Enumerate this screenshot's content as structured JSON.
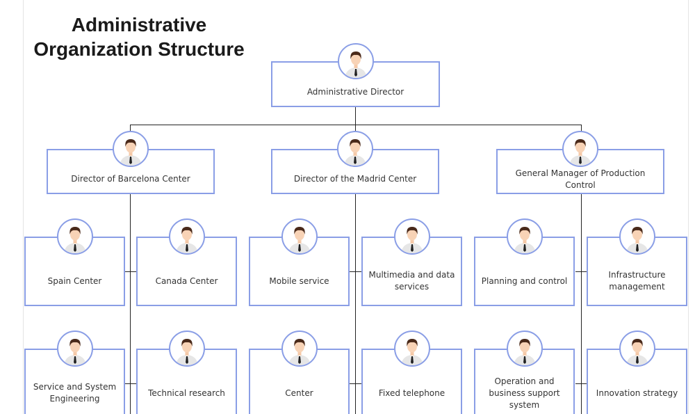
{
  "title": "Administrative Organization Structure",
  "colors": {
    "border": "#8a9ee6",
    "line": "#222222"
  },
  "root": {
    "label": "Administrative Director"
  },
  "directors": [
    {
      "label": "Director of Barcelona Center",
      "children": [
        "Spain Center",
        "Canada Center",
        "Service and System Engineering",
        "Technical research"
      ]
    },
    {
      "label": "Director of the Madrid Center",
      "children": [
        "Mobile service",
        "Multimedia and data services",
        "Center",
        "Fixed telephone"
      ]
    },
    {
      "label": "General Manager of Production Control",
      "children": [
        "Planning and control",
        "Infrastructure management",
        "Operation and business support system",
        "Innovation strategy"
      ]
    }
  ],
  "avatar_icon": "person-avatar-icon"
}
